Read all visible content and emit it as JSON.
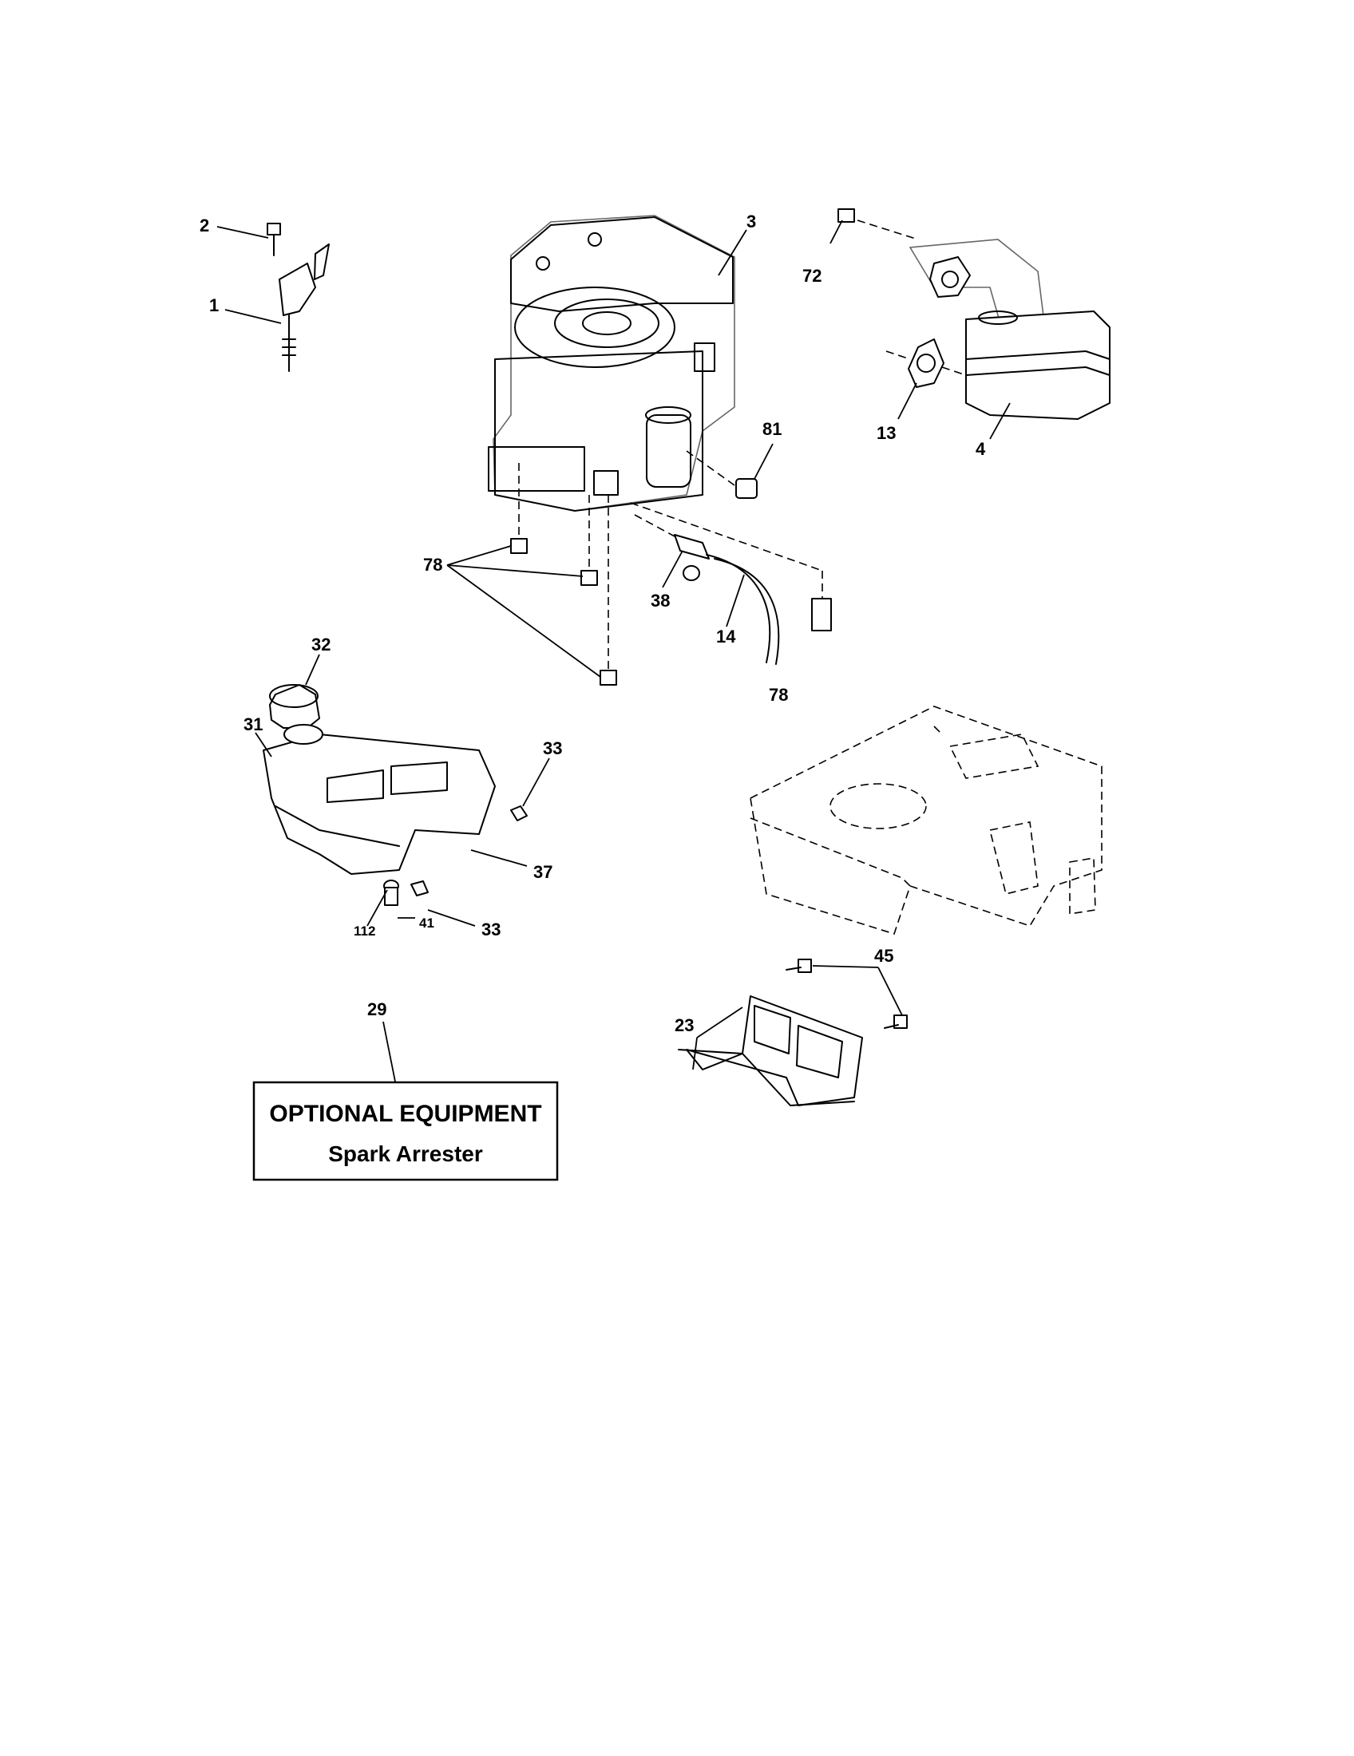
{
  "callouts": {
    "c1": "1",
    "c2": "2",
    "c3": "3",
    "c4": "4",
    "c13": "13",
    "c14": "14",
    "c23": "23",
    "c29": "29",
    "c31": "31",
    "c32": "32",
    "c33a": "33",
    "c33b": "33",
    "c37": "37",
    "c38": "38",
    "c41": "41",
    "c45": "45",
    "c72": "72",
    "c78a": "78",
    "c78b": "78",
    "c81": "81",
    "c112": "112"
  },
  "optional_box": {
    "title": "OPTIONAL EQUIPMENT",
    "subtitle": "Spark Arrester"
  }
}
